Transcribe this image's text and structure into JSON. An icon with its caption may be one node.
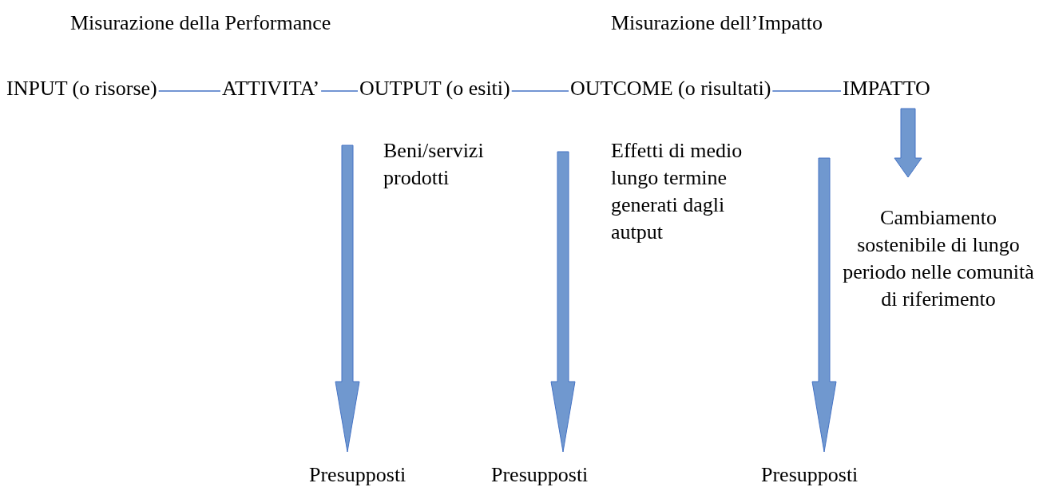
{
  "diagram": {
    "nodes": [
      {
        "text": [
          "INPUT (o risorse)"
        ]
      },
      {
        "text": [
          "ATTIVITA’"
        ]
      },
      {
        "text": [
          "OUTPUT (o esiti)"
        ]
      },
      {
        "text": [
          "OUTCOME (o risultati)"
        ]
      },
      {
        "text": [
          "IMPATTO"
        ]
      },
      {
        "text": [
          "Cambiamento sostenibile di lungo periodo nelle comunità di riferimento"
        ]
      },
      {
        "text": [
          "Presupposti"
        ]
      },
      {
        "text": [
          "Presupposti"
        ]
      },
      {
        "text": [
          "Presupposti"
        ]
      }
    ],
    "edges": [
      {
        "from": 0,
        "to": 1,
        "arrow": "none"
      },
      {
        "from": 1,
        "to": 2,
        "arrow": "none"
      },
      {
        "from": 2,
        "to": 3,
        "arrow": "none"
      },
      {
        "from": 3,
        "to": 4,
        "arrow": "none"
      },
      {
        "from": 4,
        "to": 5,
        "arrow": "to",
        "style": "thick"
      },
      {
        "from": null,
        "to": 6,
        "arrow": "to",
        "style": "thick"
      },
      {
        "from": null,
        "to": 7,
        "arrow": "to",
        "style": "thick"
      },
      {
        "from": null,
        "to": 8,
        "arrow": "to",
        "style": "thick"
      }
    ],
    "labels": [
      "Misurazione della Performance",
      "Misurazione dell’Impatto",
      "Beni/servizi prodotti",
      "Effetti di medio lungo termine generati dagli autput"
    ]
  }
}
